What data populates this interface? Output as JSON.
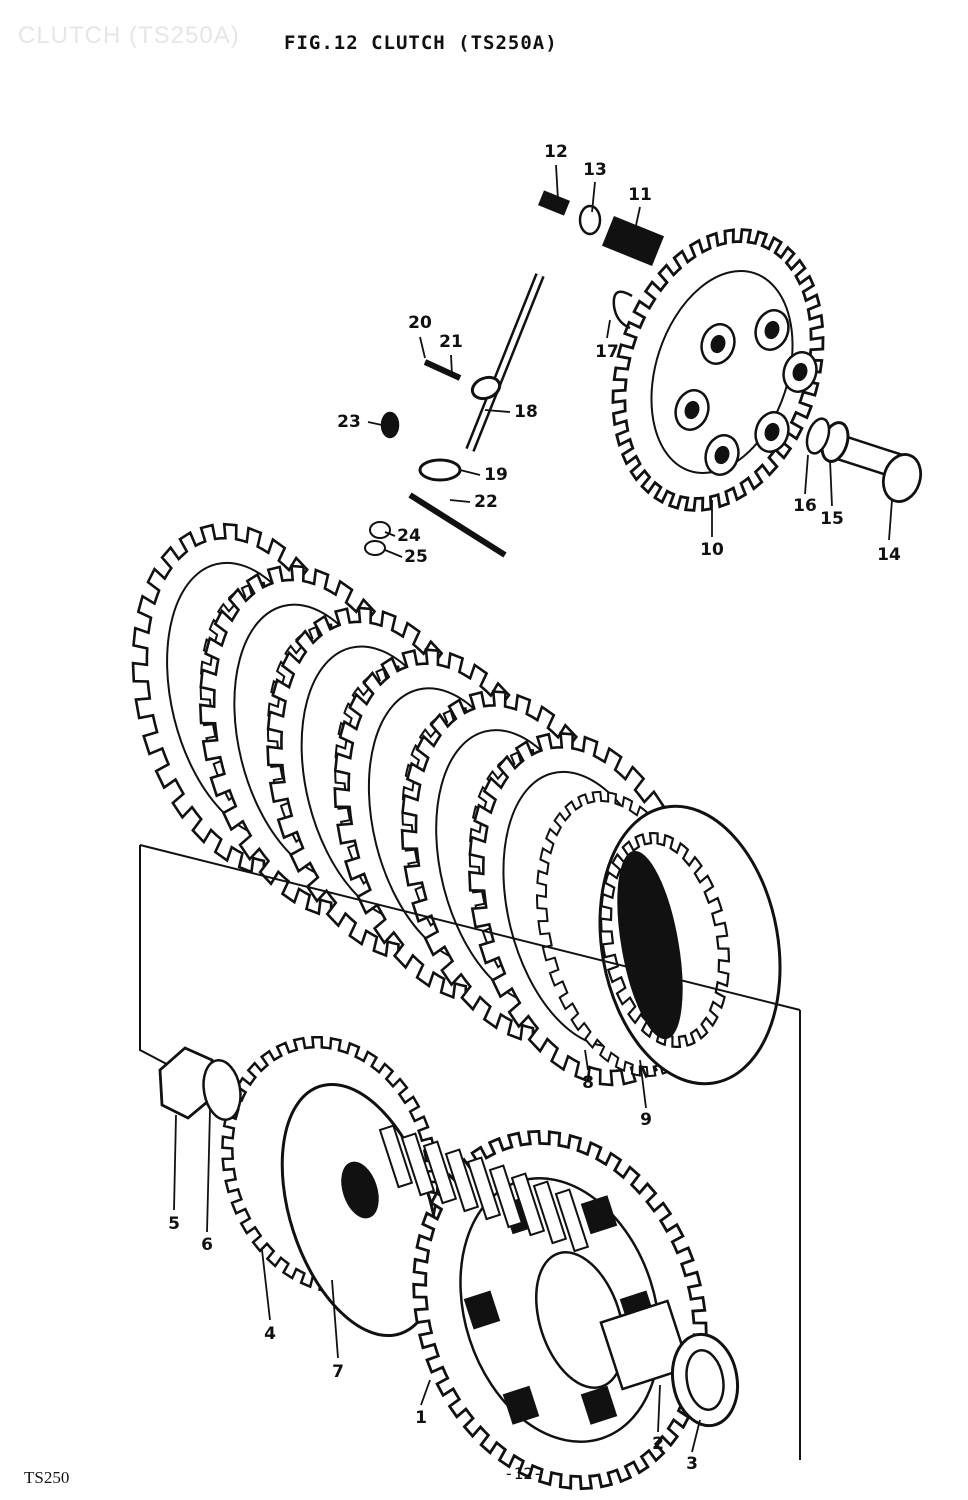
{
  "header": {
    "ghost_title": "CLUTCH (TS250A)",
    "title": "FIG.12  CLUTCH  (TS250A)"
  },
  "footer": {
    "model": "TS250",
    "page": "-12-"
  },
  "callouts": [
    {
      "id": "1",
      "text": "1"
    },
    {
      "id": "2",
      "text": "2"
    },
    {
      "id": "3",
      "text": "3"
    },
    {
      "id": "4",
      "text": "4"
    },
    {
      "id": "5",
      "text": "5"
    },
    {
      "id": "6",
      "text": "6"
    },
    {
      "id": "7",
      "text": "7"
    },
    {
      "id": "8",
      "text": "8"
    },
    {
      "id": "9",
      "text": "9"
    },
    {
      "id": "10",
      "text": "10"
    },
    {
      "id": "11",
      "text": "11"
    },
    {
      "id": "12",
      "text": "12"
    },
    {
      "id": "13",
      "text": "13"
    },
    {
      "id": "14",
      "text": "14"
    },
    {
      "id": "15",
      "text": "15"
    },
    {
      "id": "16",
      "text": "16"
    },
    {
      "id": "17",
      "text": "17"
    },
    {
      "id": "18",
      "text": "18"
    },
    {
      "id": "19",
      "text": "19"
    },
    {
      "id": "20",
      "text": "20"
    },
    {
      "id": "21",
      "text": "21"
    },
    {
      "id": "22",
      "text": "22"
    },
    {
      "id": "23",
      "text": "23"
    },
    {
      "id": "24",
      "text": "24"
    },
    {
      "id": "25",
      "text": "25"
    }
  ]
}
